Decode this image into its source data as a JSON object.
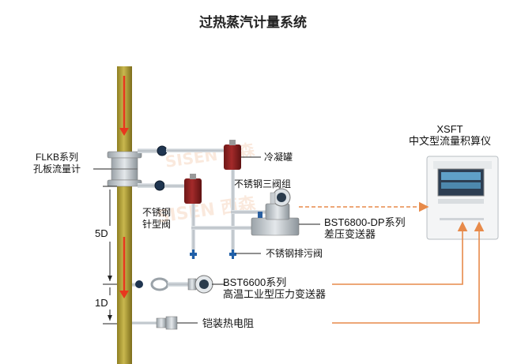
{
  "title": "过热蒸汽计量系统",
  "labels": {
    "orifice_line1": "FLKB系列",
    "orifice_line2": "孔板流量计",
    "condenser": "冷凝罐",
    "valve_group": "不锈钢三阀组",
    "needle_line1": "不锈钢",
    "needle_line2": "针型阀",
    "dp_line1": "BST6800-DP系列",
    "dp_line2": "差压变送器",
    "drain": "不锈钢排污阀",
    "pressure_line1": "BST6600系列",
    "pressure_line2": "高温工业型压力变送器",
    "rtd": "铠装热电阻",
    "dim_5d": "5D",
    "dim_1d": "1D",
    "xsft_line1": "XSFT",
    "xsft_line2": "中文型流量积算仪"
  },
  "watermark": "SISEN 西森",
  "colors": {
    "pipe": "#b5a43a",
    "flow_arrow": "#e8371e",
    "signal_line": "#e78a4a",
    "condenser": "#8e2020"
  }
}
